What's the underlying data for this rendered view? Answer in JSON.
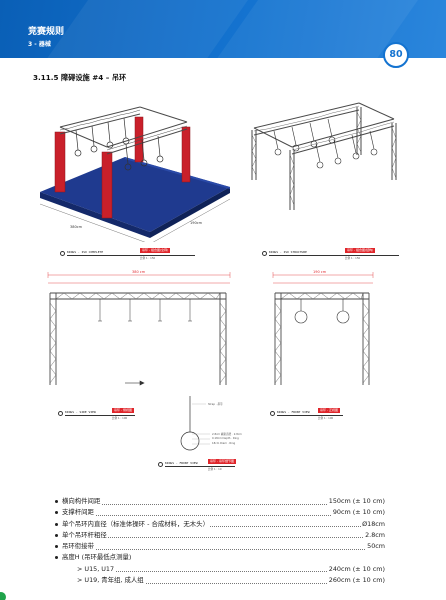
{
  "header": {
    "title": "竞赛规则",
    "subtitle": "3 - 器械",
    "page_number": "80",
    "color": "#1473d0"
  },
  "section": {
    "title": "3.11.5  障碍设施 #4 – 吊环"
  },
  "figures": {
    "iso_complete": {
      "red_label": "吊环 - 组合图(全称)",
      "label": "KINGS - ISO COMPLETE",
      "sub": "比例 1 : 150",
      "dim_front": "380cm",
      "dim_side": "190cm"
    },
    "iso_structure": {
      "red_label": "吊环 - 组合图(结构)",
      "label": "KINGS - ISO STRUCTURE",
      "sub": "比例 1 : 150"
    },
    "side_view": {
      "red_label": "吊环 - 侧视图",
      "label": "KINGS - SIDE VIEW",
      "sub": "比例 1 : 100",
      "dim_top": "380 cm"
    },
    "front_view": {
      "red_label": "吊环 - 正视图",
      "label": "KINGS - FRONT VIEW",
      "sub": "比例 1 : 100",
      "dim_top": "190 cm"
    },
    "ring_detail": {
      "red_label": "吊环 - 吊环细节图",
      "label": "KINGS - FRONT VIEW",
      "sub": "比例 1 : 10",
      "note_top": "Strap · 吊带",
      "note_1": "2.8cm 绳索直径 · 2.8cm",
      "note_2": "0.18cm Depth · Ring",
      "note_3": "18cm Diam · Ring"
    }
  },
  "specs": [
    {
      "label": "横向构件间距",
      "value": "150cm (± 10 cm)"
    },
    {
      "label": "支撑杆间距",
      "value": "90cm (± 10 cm)"
    },
    {
      "label": "单个吊环内直径（标准体操环 - 合成材料，无木头）",
      "value": "Ø18cm"
    },
    {
      "label": "单个吊环杆粗径",
      "value": "2.8cm"
    },
    {
      "label": "吊环衔接带",
      "value": "50cm"
    },
    {
      "label": "高度H (吊环最低点测量)",
      "value": ""
    }
  ],
  "sub_specs": [
    {
      "label": "> U15, U17",
      "value": "240cm (± 10 cm)"
    },
    {
      "label": "> U19, 青年组, 成人组",
      "value": "260cm (± 10 cm)"
    }
  ],
  "colors": {
    "truss": "#4a4a4a",
    "pillar": "#c9202a",
    "mat": "#1f3a8f",
    "accent": "#e0262b"
  }
}
